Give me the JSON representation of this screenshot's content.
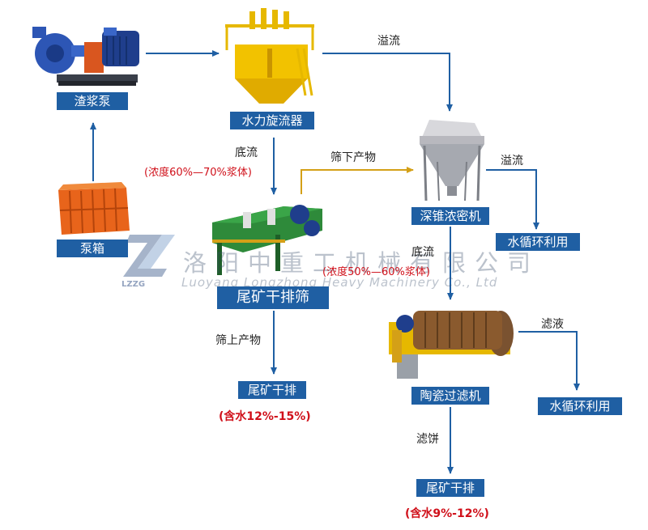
{
  "nodes": {
    "slurry_pump": "渣浆泵",
    "hydrocyclone": "水力旋流器",
    "pump_tank": "泵箱",
    "tailings_screen": "尾矿干排筛",
    "deep_cone_thickener": "深锥浓密机",
    "water_recycle_1": "水循环利用",
    "ceramic_filter": "陶瓷过滤机",
    "water_recycle_2": "水循环利用",
    "tailings_dry_1": "尾矿干排",
    "tailings_dry_2": "尾矿干排"
  },
  "edges": {
    "overflow_1": "溢流",
    "underflow_1": "底流",
    "underflow_1_conc": "(浓度60%—70%浆体)",
    "undersize": "筛下产物",
    "overflow_2": "溢流",
    "underflow_2": "底流",
    "underflow_2_conc": "(浓度50%—60%浆体)",
    "oversize": "筛上产物",
    "filtrate": "滤液",
    "filter_cake": "滤饼"
  },
  "outputs": {
    "moisture_1": "(含水12%-15%)",
    "moisture_2": "(含水9%-12%)"
  },
  "watermark": {
    "company_cn": "洛阳中重工机械有限公司",
    "company_en": "Luoyang Longzhong Heavy Machinery Co., Ltd",
    "logo": "LZZG"
  },
  "colors": {
    "box_bg": "#1f5fa3",
    "arrow": "#1f5fa3",
    "screen_arrow": "#d4a017",
    "note_red": "#d0101a"
  }
}
